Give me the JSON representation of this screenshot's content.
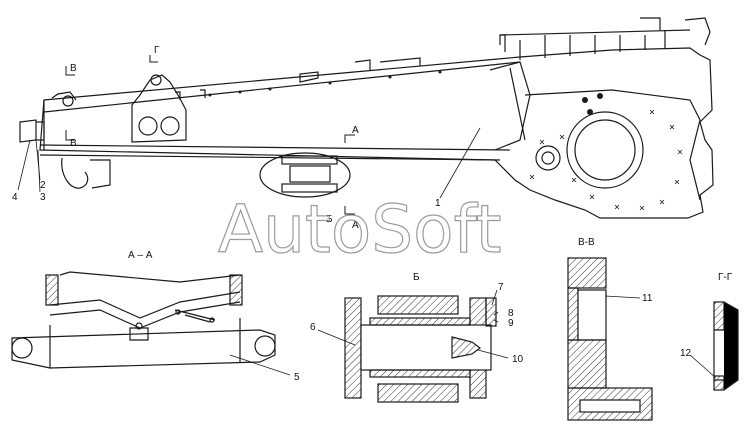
{
  "watermark": "AutoSoft",
  "section_labels": {
    "a_a": "А – А",
    "b": "Б",
    "v_v": "В-В",
    "g_g": "Г-Г"
  },
  "view_markers": {
    "v_top": "В",
    "v_bottom": "В",
    "g": "Г",
    "a_top": "А",
    "a_bottom": "А",
    "b": "Б"
  },
  "callouts": [
    "1",
    "2",
    "3",
    "4",
    "5",
    "6",
    "7",
    "8",
    "9",
    "10",
    "11",
    "12"
  ],
  "colors": {
    "line": "#1a1a1a",
    "hatch": "#333333",
    "paper": "#ffffff"
  }
}
